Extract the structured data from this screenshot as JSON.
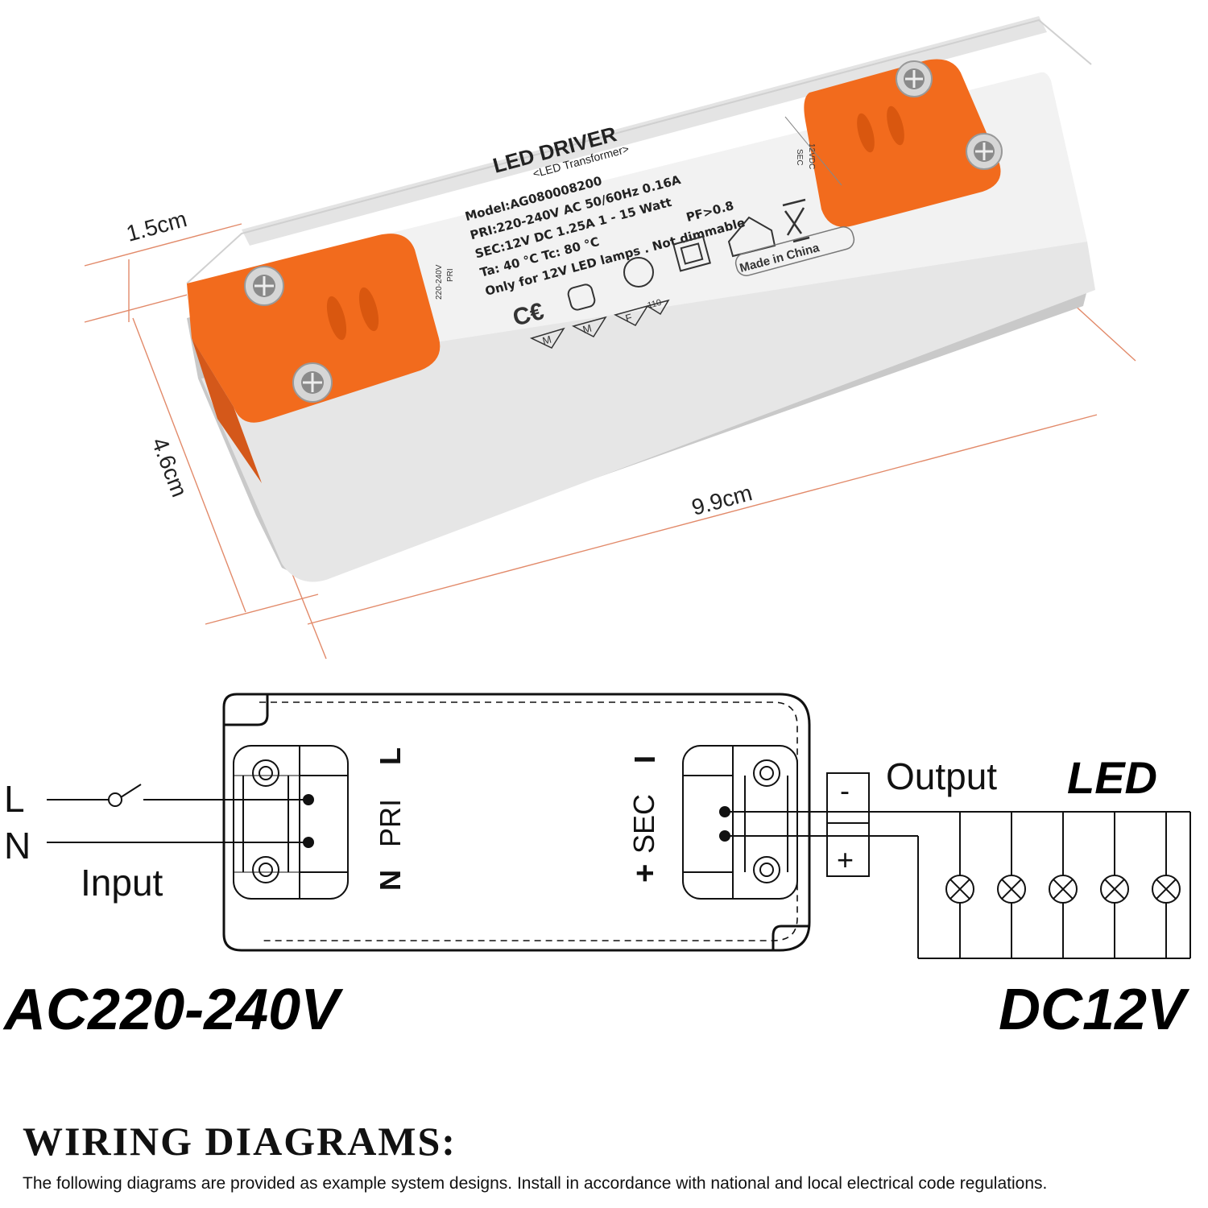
{
  "dimensions": {
    "height": "1.5cm",
    "width": "4.6cm",
    "length": "9.9cm"
  },
  "device_label": {
    "title": "LED DRIVER",
    "subtitle": "<LED Transformer>",
    "model": "Model:AG080008200",
    "primary": "PRI:220-240V AC  50/60Hz  0.16A",
    "secondary": "SEC:12V DC  1.25A  1 - 15 Watt",
    "temps": "Ta: 40 °C  Tc: 80 °C",
    "pf": "PF>0.8",
    "note": "Only for 12V LED lamps . Not dimmable",
    "origin": "Made in China",
    "mark_110": "110",
    "mark_m1": "M",
    "mark_m2": "M",
    "mark_f": "F",
    "pri_side": "220-240V",
    "pri_tag": "PRI",
    "sec_side": "12VDC",
    "sec_tag": "SEC"
  },
  "wiring": {
    "input_l": "L",
    "input_n": "N",
    "input_label": "Input",
    "pri_l": "L",
    "pri_label": "PRI",
    "pri_n": "N",
    "sec_minus": "I",
    "sec_label": "SEC",
    "sec_plus": "+",
    "out_minus": "-",
    "out_plus": "+",
    "output_label": "Output",
    "led_label": "LED",
    "lamp_count": 5
  },
  "voltages": {
    "ac": "AC220-240V",
    "dc": "DC12V"
  },
  "colors": {
    "housing": "#eeeeee",
    "terminal_cover": "#f26b1d",
    "dimension_line": "#e28a6a",
    "ink": "#111111"
  },
  "footer": {
    "title": "WIRING DIAGRAMS:",
    "note": "The following diagrams are provided as example system designs. Install in accordance with national and local electrical code regulations."
  }
}
